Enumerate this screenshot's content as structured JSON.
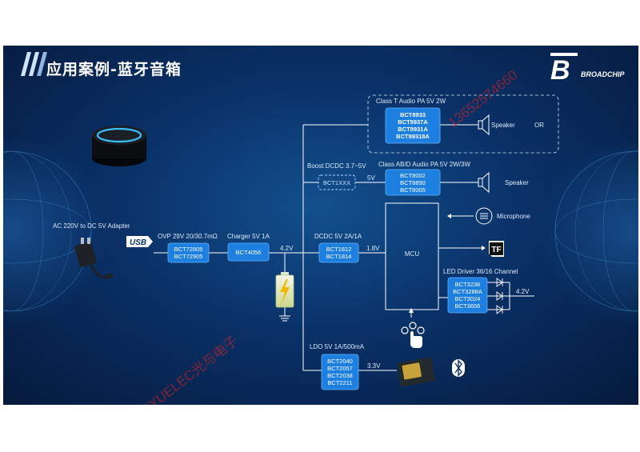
{
  "title": "应用案例-蓝牙音箱",
  "logo": {
    "mark": "B",
    "text": "BROADCHIP"
  },
  "watermark": {
    "text": "KOYUELEC光与电子",
    "phone": "13652574660"
  },
  "power": {
    "adapter_label": "AC 220V to DC 5V Adapter",
    "usb_label": "USB",
    "ovp_label": "OVP 29V 20/30.7mΩ",
    "ovp_parts": [
      "BCT72805",
      "BCT72905"
    ],
    "charger_label": "Charger 5V 1A",
    "charger_parts": [
      "BCT4056"
    ],
    "bus_voltage": "4.2V"
  },
  "blocks": {
    "classt_label": "Class T Audio PA 5V 2W",
    "classt_parts": [
      "BCT8933",
      "BCT8937A",
      "BCT8931A",
      "BCT89318A"
    ],
    "speaker_label": "Speaker",
    "or_label": "OR",
    "boost_label": "Boost DCDC 3.7~5V",
    "boost_parts": [
      "BCT1XXX"
    ],
    "boost_out": "5V",
    "classab_label": "Class AB/D Audio PA 5V 2W/3W",
    "classab_parts": [
      "BCT8002",
      "BCT8890",
      "BCT8005"
    ],
    "speaker2_label": "Speaker",
    "mic_label": "Microphone",
    "tf_label": "TF",
    "dcdc_label": "DCDC 5V 2A/1A",
    "dcdc_parts": [
      "BCT1812",
      "BCT1814"
    ],
    "dcdc_out": "1.8V",
    "mcu_label": "MCU",
    "led_label": "LED Driver 36/16 Channel",
    "led_parts": [
      "BCT3236",
      "BCT3288A",
      "BCT3024",
      "BCT3656"
    ],
    "led_voltage": "4.2V",
    "ldo_label": "LDO 5V 1A/500mA",
    "ldo_parts": [
      "BCT2040",
      "BCT2057",
      "BCT2038",
      "BCT2211"
    ],
    "ldo_out": "3.3V"
  },
  "colors": {
    "background": "#0a3168",
    "chip": "#1d7fe0",
    "chip_border": "#5fb4ff",
    "watermark": "#e2231a"
  }
}
